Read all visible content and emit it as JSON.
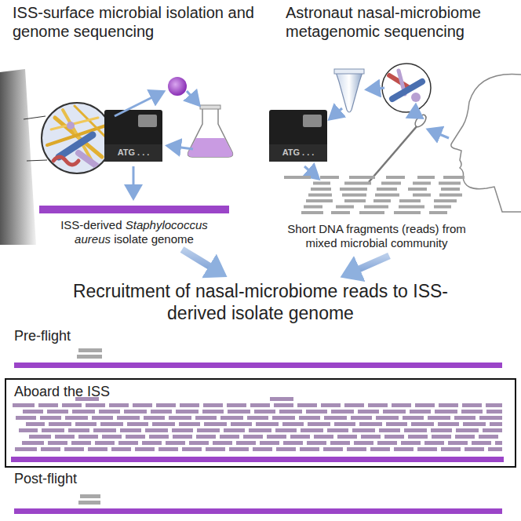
{
  "diagram": {
    "nodes": [
      {
        "text": [
          "Aboard the ISS"
        ]
      }
    ],
    "labels": [
      "ISS-surface microbial isolation and genome sequencing",
      "Astronaut nasal-microbiome metagenomic sequencing",
      "ATG . . .",
      "ATG . . .",
      "ISS-derived",
      "Staphylococcus aureus",
      "isolate genome",
      "Short DNA fragments (reads) from mixed microbial community",
      "Recruitment of nasal-microbiome reads to ISS-derived isolate genome",
      "Pre-flight",
      "Post-flight"
    ]
  }
}
